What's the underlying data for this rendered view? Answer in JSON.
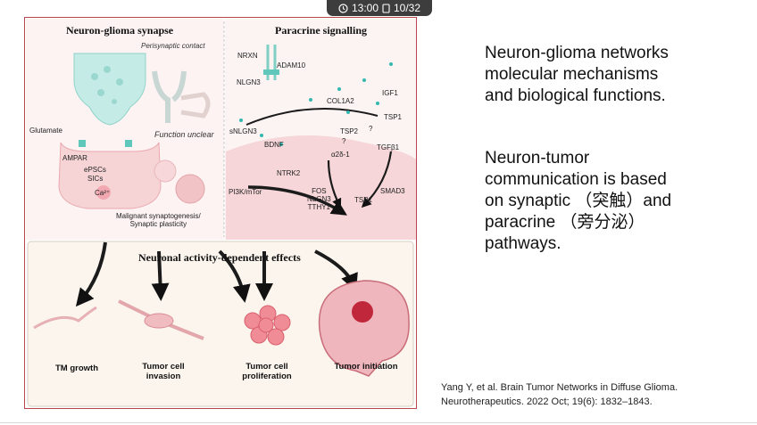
{
  "status_bar": {
    "time": "13:00",
    "slide_counter": "10/32",
    "icons": [
      "clock-icon",
      "slide-icon"
    ]
  },
  "figure": {
    "left_panel": {
      "title": "Neuron-glioma synapse",
      "labels": {
        "perisynaptic": "Perisynaptic contact",
        "glutamate": "Glutamate",
        "function_unclear": "Function unclear",
        "ampar": "AMPAR",
        "epscs": "ePSCs",
        "sics": "SICs",
        "ca": "Ca²⁺",
        "synaptogenesis_1": "Malignant synaptogenesis/",
        "synaptogenesis_2": "Synaptic plasticity"
      }
    },
    "right_panel": {
      "title": "Paracrine signalling",
      "labels": {
        "nrxn": "NRXN",
        "nlgn3_top": "NLGN3",
        "adam10": "ADAM10",
        "col1a2": "COL1A2",
        "igf1": "IGF1",
        "snlgn3": "sNLGN3",
        "bdnf": "BDNF",
        "tsp2": "TSP2",
        "tsp1_top": "TSP1",
        "q1": "?",
        "q2": "?",
        "tgfb1": "TGFβ1",
        "alpha2d1": "α2δ-1",
        "ntrk2": "NTRK2",
        "pi3k": "PI3K/mTor",
        "fos": "FOS",
        "nlgn3_mid": "NLGN3",
        "tthy1": "TTHY1",
        "tsp1_mid": "TSP1",
        "smad3": "SMAD3"
      }
    },
    "bottom_panel": {
      "title": "Neuronal activity-dependent effects",
      "effects": [
        {
          "line1": "TM growth",
          "line2": ""
        },
        {
          "line1": "Tumor cell",
          "line2": "invasion"
        },
        {
          "line1": "Tumor cell",
          "line2": "proliferation"
        },
        {
          "line1": "Tumor initiation",
          "line2": ""
        }
      ]
    }
  },
  "slide": {
    "heading_lines": [
      "Neuron-glioma networks",
      "molecular mechanisms",
      "and biological functions."
    ],
    "body_lines": [
      "Neuron-tumor",
      "communication is based",
      "on synaptic （突触）and",
      "paracrine （旁分泌）",
      "pathways."
    ],
    "reference_lines": [
      "Yang Y, et al. Brain Tumor Networks in Diffuse Glioma.",
      "Neurotherapeutics.  2022 Oct; 19(6): 1832–1843."
    ]
  },
  "colors": {
    "frame": "#b9474f",
    "cell_pink": "#f3c9cc",
    "synapse_teal": "#bfe8e2",
    "dot_teal": "#33b8ad"
  }
}
